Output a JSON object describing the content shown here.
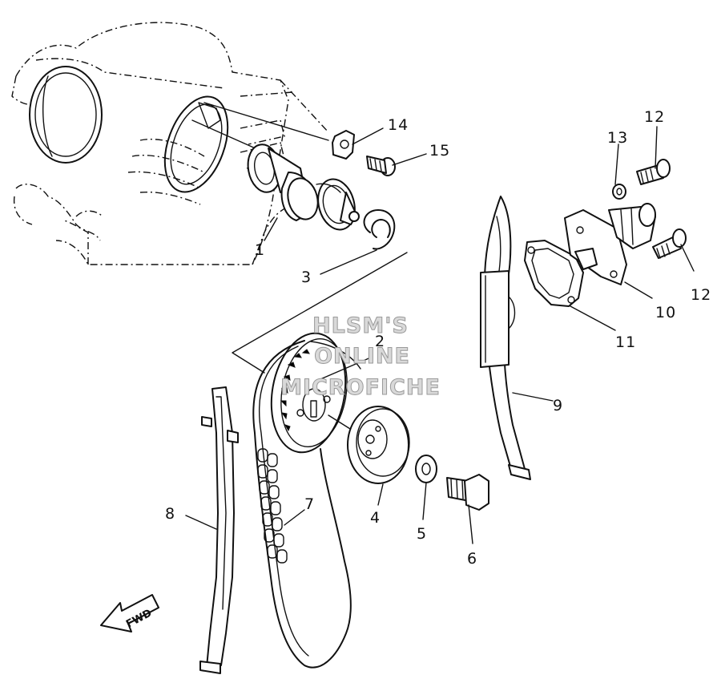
{
  "watermark": {
    "line1": "HLSM'S",
    "line2": "ONLINE",
    "line3": "MICROFICHE"
  },
  "direction_arrow": {
    "label": "FWD"
  },
  "callouts": {
    "p1": "1",
    "p2": "2",
    "p3": "3",
    "p4": "4",
    "p5": "5",
    "p6": "6",
    "p7": "7",
    "p8": "8",
    "p9": "9",
    "p10": "10",
    "p11": "11",
    "p12a": "12",
    "p12b": "12",
    "p13": "13",
    "p14": "14",
    "p15": "15"
  }
}
